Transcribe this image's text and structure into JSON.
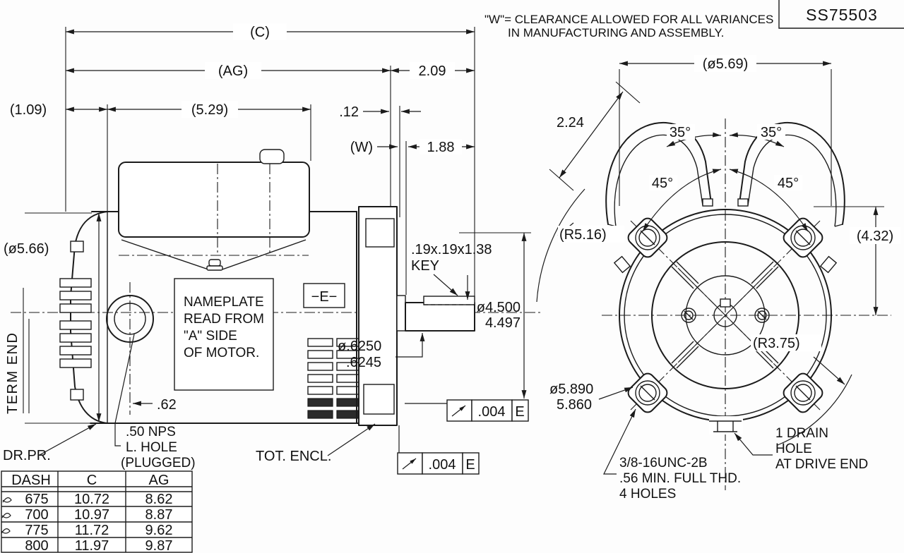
{
  "title_block": {
    "drawing_number": "SS75503"
  },
  "general_note": {
    "line1": "\"W\"= CLEARANCE ALLOWED FOR ALL VARIANCES",
    "line2": "IN MANUFACTURING AND ASSEMBLY."
  },
  "side_view": {
    "dimensions": {
      "overall_length": "(C)",
      "frame_length": "(AG)",
      "face_to_shaft_end": "2.09",
      "left_overhang": "(1.09)",
      "frame_body_length": "(5.29)",
      "washer_gap": ".12",
      "clearance": "(W)",
      "shaft_extension": "1.88",
      "term_end_dia": "(ø5.66)",
      "conduit_offset": ".62",
      "pilot_dia_max": "ø4.500",
      "pilot_dia_min": "4.497",
      "shaft_dia_max": "ø.6250",
      "shaft_dia_min": ".6245",
      "key_size": ".19x.19x1.38",
      "key_label": "KEY"
    },
    "labels": {
      "term_end": "TERM END",
      "nameplate_l1": "NAMEPLATE",
      "nameplate_l2": "READ FROM",
      "nameplate_l3": "\"A\" SIDE",
      "nameplate_l4": "OF MOTOR.",
      "datum_e": "−E−",
      "drip_proof": "DR.PR.",
      "nps_l1": ".50 NPS",
      "nps_l2": "L. HOLE",
      "nps_l3": "(PLUGGED)",
      "enclosure": "TOT. ENCL."
    },
    "tolerance_frames": {
      "runout_value": ".004",
      "datum": "E"
    }
  },
  "end_view": {
    "dimensions": {
      "flange_dia": "(ø5.69)",
      "lug_width": "2.24",
      "angle_left": "35°",
      "angle_right": "35°",
      "bolt_angle_left": "45°",
      "bolt_angle_right": "45°",
      "band_radius": "(R5.16)",
      "center_height": "(4.32)",
      "bolt_radius": "(R3.75)",
      "bolt_circle_max": "ø5.890",
      "bolt_circle_min": "5.860"
    },
    "notes": {
      "thread_l1": "3/8-16UNC-2B",
      "thread_l2": ".56 MIN. FULL THD.",
      "thread_l3": "4 HOLES",
      "drain_l1": "1 DRAIN",
      "drain_l2": "HOLE",
      "drain_l3": "AT DRIVE END"
    }
  },
  "dash_table": {
    "headers": [
      "DASH",
      "C",
      "AG"
    ],
    "rows": [
      [
        "675",
        "10.72",
        "8.62"
      ],
      [
        "700",
        "10.97",
        "8.87"
      ],
      [
        "775",
        "11.72",
        "9.62"
      ],
      [
        "800",
        "11.97",
        "9.87"
      ]
    ]
  }
}
